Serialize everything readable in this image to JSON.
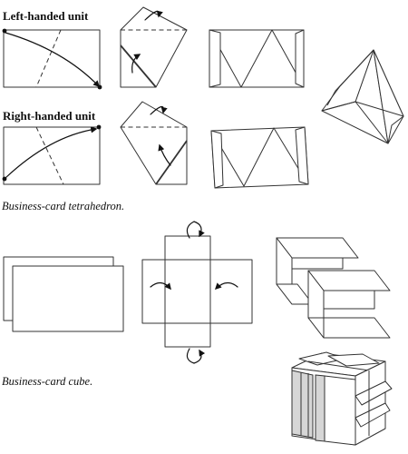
{
  "labels": {
    "left_unit": "Left-handed unit",
    "right_unit": "Right-handed unit",
    "tetra_caption": "Business-card tetrahedron.",
    "cube_caption": "Business-card cube."
  },
  "colors": {
    "line": "#333333",
    "arrow": "#111111",
    "shade": "#d6d6d6",
    "background": "#ffffff"
  }
}
